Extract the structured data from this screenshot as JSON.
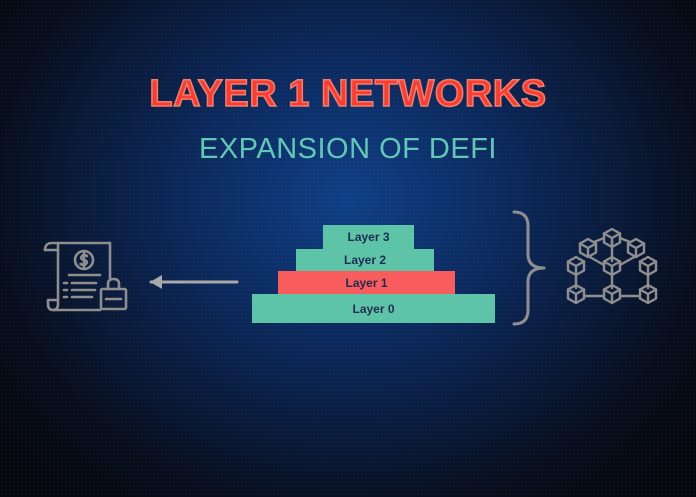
{
  "header": {
    "title": "LAYER 1 NETWORKS",
    "subtitle": "EXPANSION OF DEFI"
  },
  "pyramid": {
    "layers": [
      {
        "label": "Layer 3",
        "color": "#5ec4a8"
      },
      {
        "label": "Layer 2",
        "color": "#5ec4a8"
      },
      {
        "label": "Layer 1",
        "color": "#f85c5c"
      },
      {
        "label": "Layer 0",
        "color": "#5ec4a8"
      }
    ]
  },
  "icons": {
    "left": "secured-financial-document-icon",
    "arrow": "arrow-left-icon",
    "bracket": "right-curly-brace-icon",
    "right": "blockchain-cubes-icon",
    "icon_color": "#8e8e8e"
  },
  "colors": {
    "title": "#ff3b30",
    "subtitle": "#62c7b6",
    "background": "#0b2a5e"
  }
}
